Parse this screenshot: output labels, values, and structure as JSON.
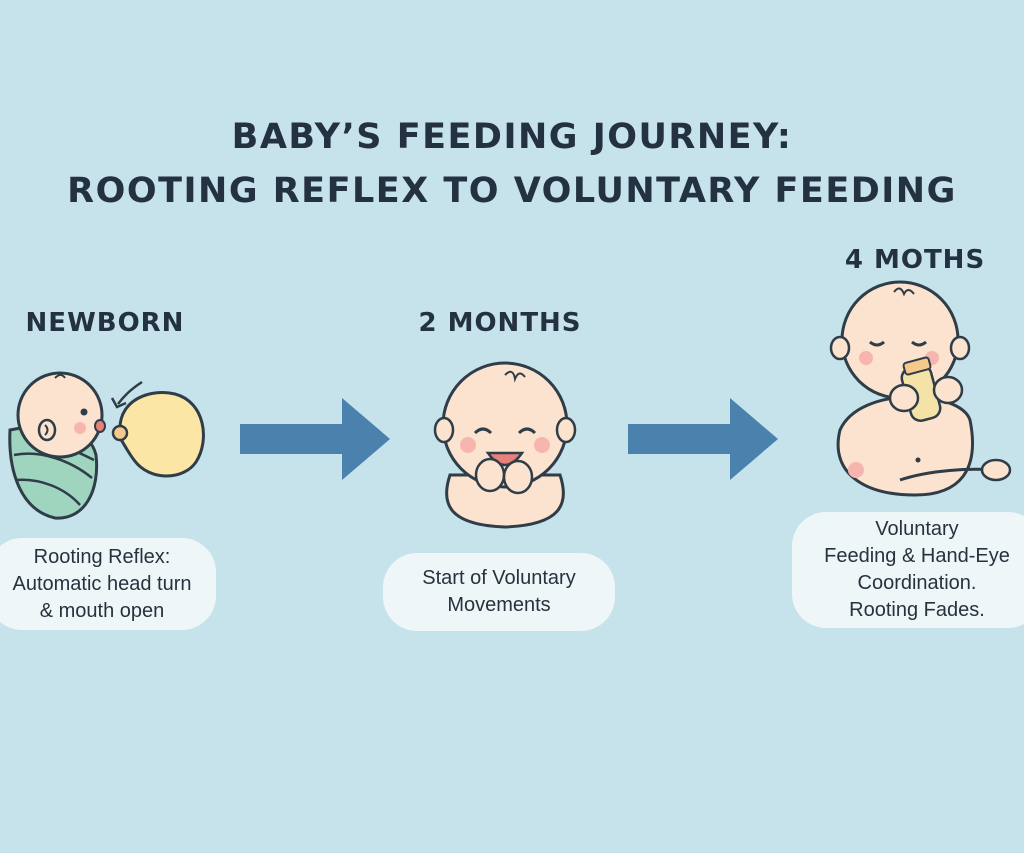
{
  "title": {
    "line1": "BABY’S FEEDING JOURNEY:",
    "line2": "ROOTING REFLEX TO VOLUNTARY FEEDING"
  },
  "stages": [
    {
      "label": "NEWBORN",
      "caption": [
        "Rooting Reflex:",
        "Automatic head turn",
        "& mouth open"
      ],
      "illustration": "swaddled-newborn-rooting-icon"
    },
    {
      "label": "2 MONTHS",
      "caption": [
        "Start of Voluntary",
        "Movements"
      ],
      "illustration": "smiling-baby-hands-to-mouth-icon"
    },
    {
      "label": "4 MOTHS",
      "caption": [
        "Voluntary",
        "Feeding & Hand-Eye",
        "Coordination.",
        "Rooting Fades."
      ],
      "illustration": "sitting-baby-holding-bottle-icon"
    }
  ],
  "arrows": [
    "arrow-right-icon",
    "arrow-right-icon"
  ],
  "colors": {
    "background": "#c6e2ea",
    "arrow": "#4a82ad",
    "skin": "#fbe3cf",
    "swaddle": "#9fd4be",
    "breast": "#fbe6a6",
    "caption_bg": "#eef6f8",
    "text": "#243140"
  }
}
